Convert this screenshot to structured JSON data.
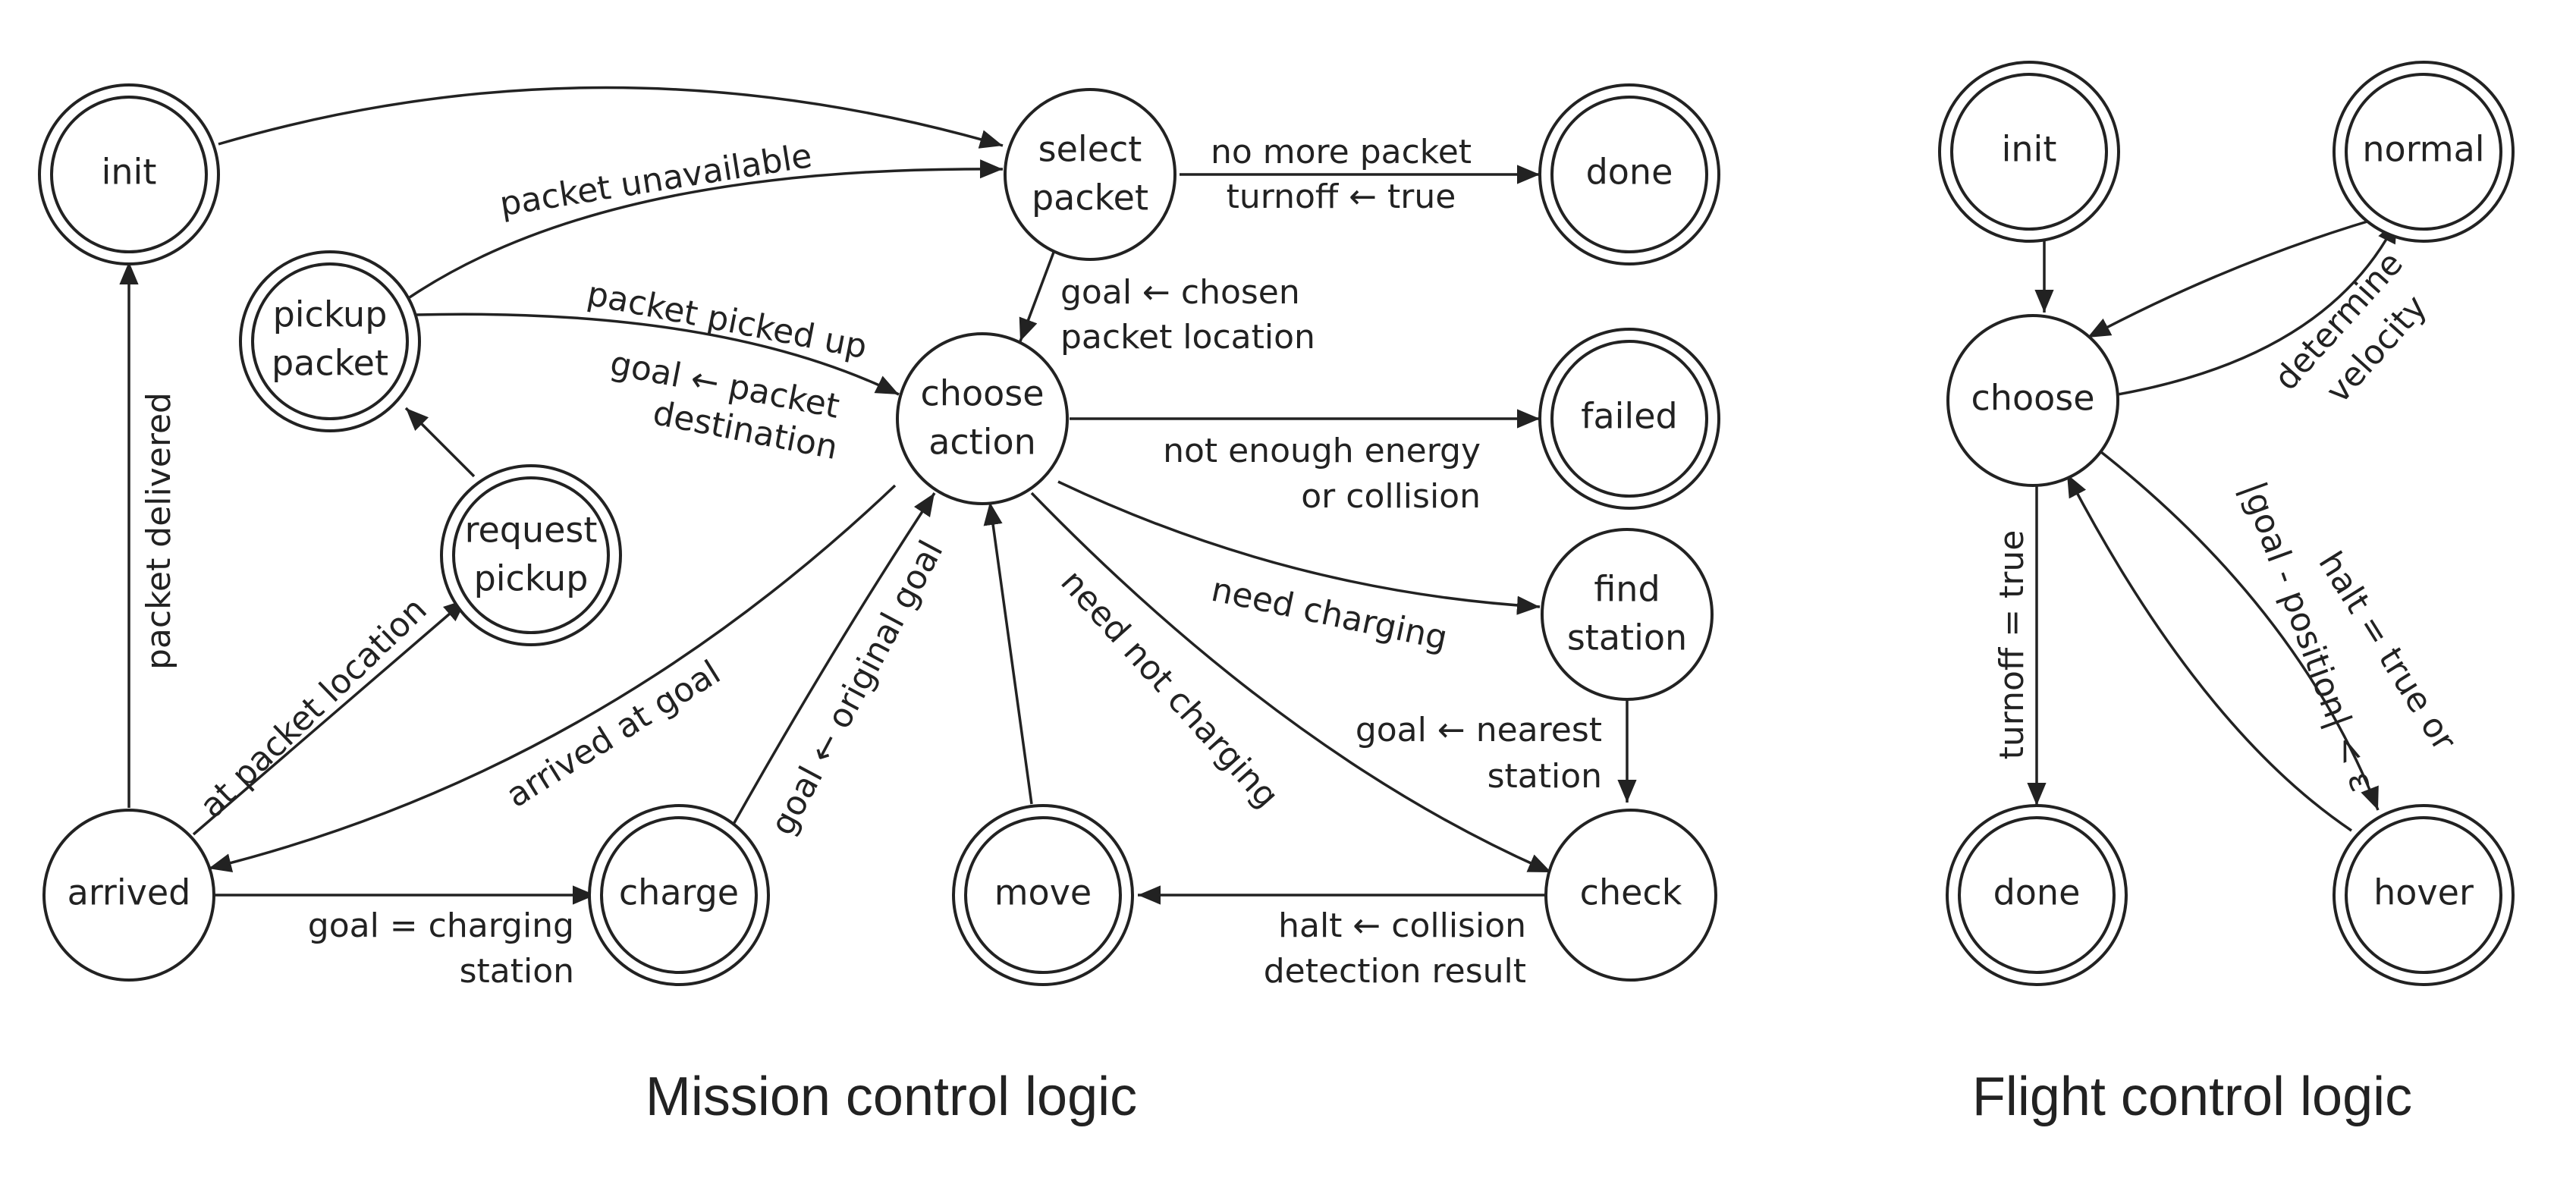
{
  "mission": {
    "caption": "Mission control logic",
    "states": {
      "init": "init",
      "select_packet": [
        "select",
        "packet"
      ],
      "done": "done",
      "pickup_packet": [
        "pickup",
        "packet"
      ],
      "choose_action": [
        "choose",
        "action"
      ],
      "failed": "failed",
      "request_pickup": [
        "request",
        "pickup"
      ],
      "find_station": [
        "find",
        "station"
      ],
      "arrived": "arrived",
      "charge": "charge",
      "move": "move",
      "check": "check"
    },
    "transitions": {
      "packet_unavailable": "packet unavailable",
      "no_more_packet": [
        "no more packet",
        "turnoff ← true"
      ],
      "goal_chosen": [
        "goal ← chosen",
        "packet location"
      ],
      "packet_picked_up": "packet picked up",
      "goal_packet_destination": [
        "goal ← packet",
        "destination"
      ],
      "not_enough_energy": [
        "not enough energy",
        "or collision"
      ],
      "need_charging": "need charging",
      "goal_nearest_station": [
        "goal ← nearest",
        "station"
      ],
      "packet_delivered": "packet delivered",
      "at_packet_location": "at packet location",
      "arrived_at_goal": "arrived at goal",
      "goal_original_goal": "goal ← original goal",
      "need_not_charging": "need not charging",
      "goal_charging_station": [
        "goal = charging",
        "station"
      ],
      "halt_collision": [
        "halt ← collision",
        "detection result"
      ]
    }
  },
  "flight": {
    "caption": "Flight control logic",
    "states": {
      "init": "init",
      "normal": "normal",
      "choose": "choose",
      "done": "done",
      "hover": "hover"
    },
    "transitions": {
      "determine_velocity": [
        "determine",
        "velocity"
      ],
      "turnoff_true": "turnoff = true",
      "halt_condition": [
        "halt = true or",
        "|goal - position| < ε"
      ]
    }
  }
}
